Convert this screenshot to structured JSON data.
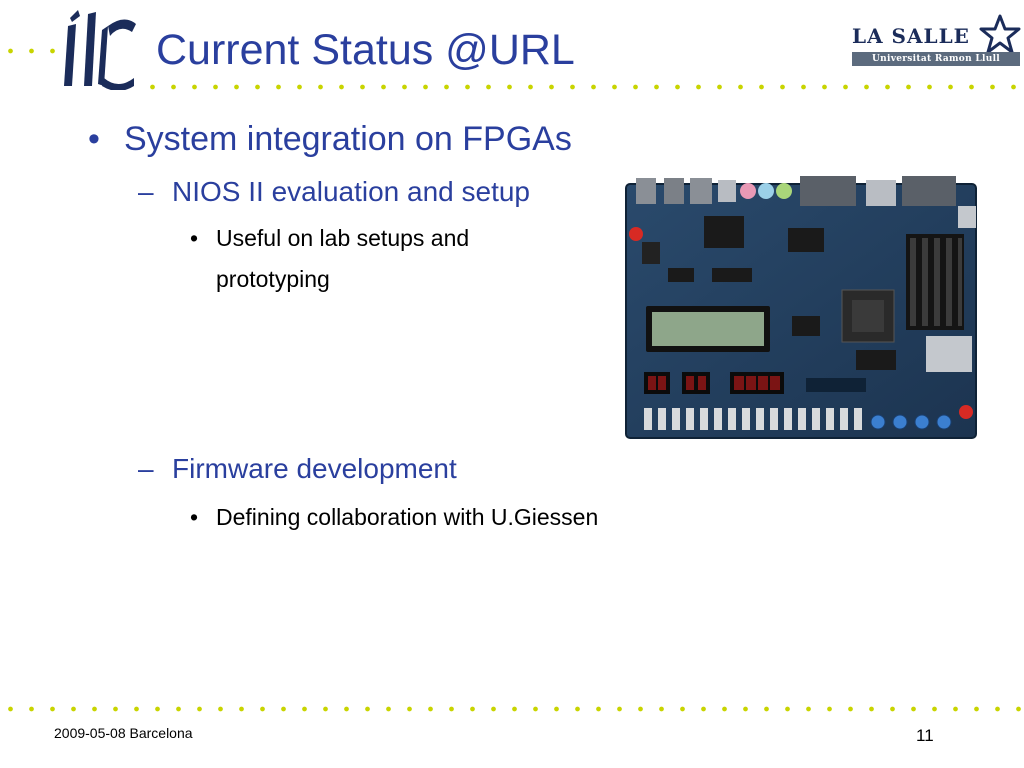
{
  "slide": {
    "title": "Current Status @URL",
    "bullets": {
      "b1": "System integration on FPGAs",
      "b1_1": "NIOS II evaluation and setup",
      "b1_1_1_line1": "Useful on lab setups and",
      "b1_1_1_line2": "prototyping",
      "b1_2": "Firmware development",
      "b1_2_1": "Defining collaboration with U.Giessen"
    },
    "markers": {
      "l1": "•",
      "l2": "–",
      "l3": "•"
    }
  },
  "logos": {
    "left": {
      "icon": "ilc-logo",
      "color": "#1b2c5a"
    },
    "right": {
      "name": "LA SALLE",
      "subtitle": "Universitat Ramon Llull",
      "icon": "star-icon"
    }
  },
  "image": {
    "icon": "fpga-board-image"
  },
  "footer": {
    "left": "2009-05-08 Barcelona",
    "page": "11"
  },
  "colors": {
    "title": "#2a3f9e",
    "accent_dots": "#c8d400",
    "body_text": "#000000",
    "logo_navy": "#1b2c5a"
  }
}
